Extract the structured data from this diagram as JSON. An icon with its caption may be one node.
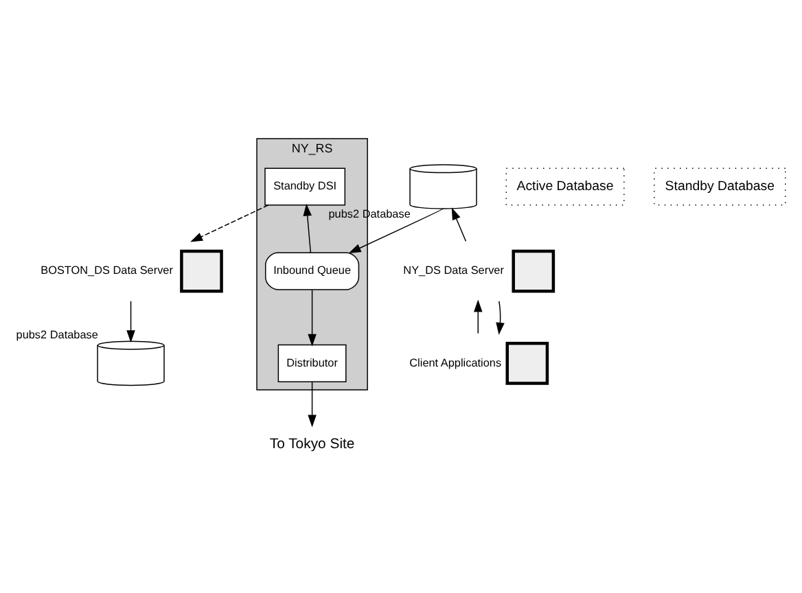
{
  "diagram": {
    "nodes": [
      {
        "text": [
          "NY_RS"
        ]
      },
      {
        "text": [
          "Standby DSI"
        ],
        "in": 0
      },
      {
        "text": [
          "Inbound Queue"
        ],
        "in": 0
      },
      {
        "text": [
          "Distributor"
        ],
        "in": 0
      },
      {
        "text": [
          "To Tokyo Site"
        ]
      },
      {
        "text": [
          "Active Database"
        ]
      },
      {
        "text": [],
        "shape": "cylinder",
        "beside": [
          "pubs2 Database"
        ]
      },
      {
        "text": [],
        "shape": "box",
        "beside": [
          "NY_DS Data Server"
        ]
      },
      {
        "text": [],
        "shape": "box",
        "beside": [
          "Client Applications"
        ]
      },
      {
        "text": [],
        "shape": "box",
        "beside": [
          "BOSTON_DS Data Server"
        ]
      },
      {
        "text": [],
        "shape": "cylinder",
        "beside": [
          "pubs2 Database"
        ]
      },
      {
        "text": [
          "Standby Database"
        ]
      }
    ],
    "edges": [
      {
        "from": 6,
        "to": 2,
        "arrow": "to"
      },
      {
        "from": 2,
        "to": 1,
        "arrow": "to"
      },
      {
        "from": 2,
        "to": 3,
        "arrow": "to"
      },
      {
        "from": 3,
        "to": 4,
        "arrow": "to"
      },
      {
        "from": 1,
        "to": 9,
        "arrow": "to",
        "style": "dashed"
      },
      {
        "from": 9,
        "to": 10,
        "arrow": "to"
      },
      {
        "from": 7,
        "to": 6,
        "arrow": "to"
      },
      {
        "from": 8,
        "to": 7,
        "arrow": "to"
      },
      {
        "from": 7,
        "to": 8,
        "arrow": "to"
      }
    ]
  }
}
